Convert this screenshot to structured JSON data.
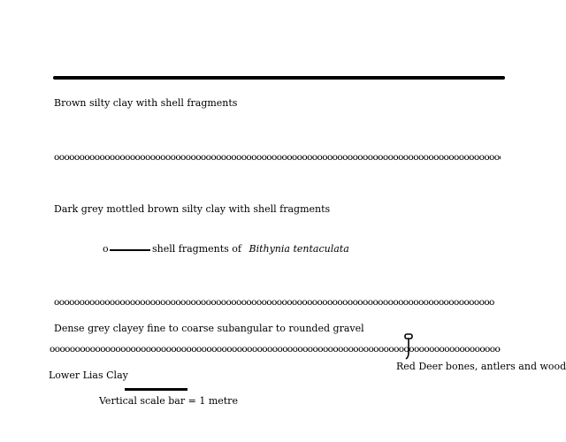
{
  "layers": [
    {
      "description": "Brown silty clay with shell fragments"
    },
    {
      "description": "Dark grey mottled brown silty clay with shell fragments"
    },
    {
      "description": "Dense grey clayey fine to coarse subangular to rounded gravel"
    },
    {
      "description": "Lower Lias Clay"
    }
  ],
  "boundary_pattern": "oooooooooooooooooooooooooooooooooooooooooooooooooooooooooooooooooooooooooooooooooooooooooooooooooooooooooo",
  "legend": {
    "symbol": "o",
    "text": "shell fragments of",
    "species": "Bithynia tentaculata"
  },
  "find": {
    "label": "Red Deer bones, antlers and wood"
  },
  "scale": {
    "label": "Vertical scale bar = 1 metre"
  }
}
